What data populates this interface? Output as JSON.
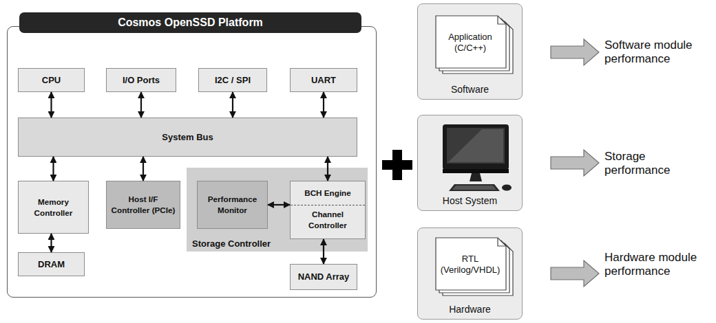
{
  "diagram": {
    "nodes": [
      {
        "text": [
          "Cosmos OpenSSD Platform"
        ]
      },
      {
        "text": [
          "CPU"
        ],
        "in": 0
      },
      {
        "text": [
          "I/O Ports"
        ],
        "in": 0
      },
      {
        "text": [
          "I2C / SPI"
        ],
        "in": 0
      },
      {
        "text": [
          "UART"
        ],
        "in": 0
      },
      {
        "text": [
          "System Bus"
        ],
        "in": 0
      },
      {
        "text": [
          "Memory Controller"
        ],
        "in": 0
      },
      {
        "text": [
          "Host I/F Controller (PCIe)"
        ],
        "in": 0
      },
      {
        "text": [
          "Storage Controller"
        ],
        "in": 0
      },
      {
        "text": [
          "Performance Monitor"
        ],
        "in": 8
      },
      {
        "text": [
          "BCH Engine",
          "Channel Controller"
        ],
        "in": 8
      },
      {
        "text": [
          "DRAM"
        ],
        "in": 0
      },
      {
        "text": [
          "NAND Array"
        ],
        "in": 0
      },
      {
        "text": [
          "Software"
        ]
      },
      {
        "text": [
          "Application (C/C++)"
        ],
        "in": 13
      },
      {
        "text": [
          "Host System"
        ]
      },
      {
        "text": [
          "Hardware"
        ]
      },
      {
        "text": [
          "RTL (Verilog/VHDL)"
        ],
        "in": 16
      }
    ],
    "edges": [
      {
        "from": 1,
        "to": 5,
        "arrow": "both"
      },
      {
        "from": 2,
        "to": 5,
        "arrow": "both"
      },
      {
        "from": 3,
        "to": 5,
        "arrow": "both"
      },
      {
        "from": 4,
        "to": 5,
        "arrow": "both"
      },
      {
        "from": 5,
        "to": 6,
        "arrow": "both"
      },
      {
        "from": 5,
        "to": 7,
        "arrow": "both"
      },
      {
        "from": 5,
        "to": 10,
        "arrow": "both"
      },
      {
        "from": 6,
        "to": 11,
        "arrow": "both"
      },
      {
        "from": 9,
        "to": 10,
        "arrow": "both"
      },
      {
        "from": 10,
        "to": 12,
        "arrow": "both"
      }
    ],
    "labels": [
      "Software module performance",
      "Storage performance",
      "Hardware module performance"
    ]
  }
}
